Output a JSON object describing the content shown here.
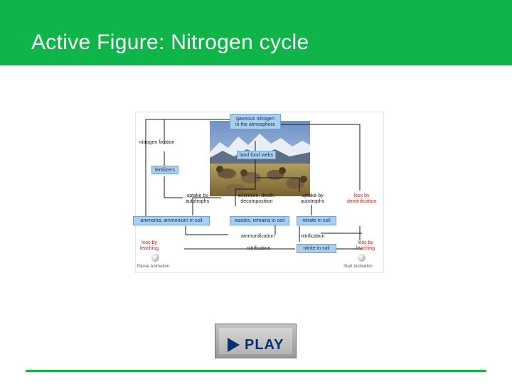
{
  "title": "Active Figure: Nitrogen cycle",
  "diagram": {
    "gaseous_nitrogen": "gaseous nitrogen\nin the atmosphere",
    "nitrogen_fixation": "nitrogen fixation",
    "land_food_webs": "land food webs",
    "fertilizers": "fertilizers",
    "uptake_autotrophs_1": "uptake by\nautotrophs",
    "excretion": "excretion, death,\ndecomposition",
    "uptake_autotrophs_2": "uptake by\nautotrophs",
    "loss_denitrification": "loss by\ndenitrification",
    "ammonia_box": "ammonia, ammonium in soil",
    "wastes_box": "wastes, remains in soil",
    "nitrate_box": "nitrate in soil",
    "ammonification": "ammonification",
    "nitrification_1": "nitrification",
    "nitrification_2": "nitrification",
    "nitrite_box": "nitrite in soil",
    "loss_leaching_1": "loss by\nleaching",
    "loss_leaching_2": "loss by\nleaching",
    "pause_animation": "Pause Animation",
    "start_animation": "Start Animation"
  },
  "play_button": "PLAY",
  "colors": {
    "header": "#10b54a",
    "box": "#a9cff0",
    "loss_text": "#d21a1a",
    "play_text": "#07306f"
  }
}
